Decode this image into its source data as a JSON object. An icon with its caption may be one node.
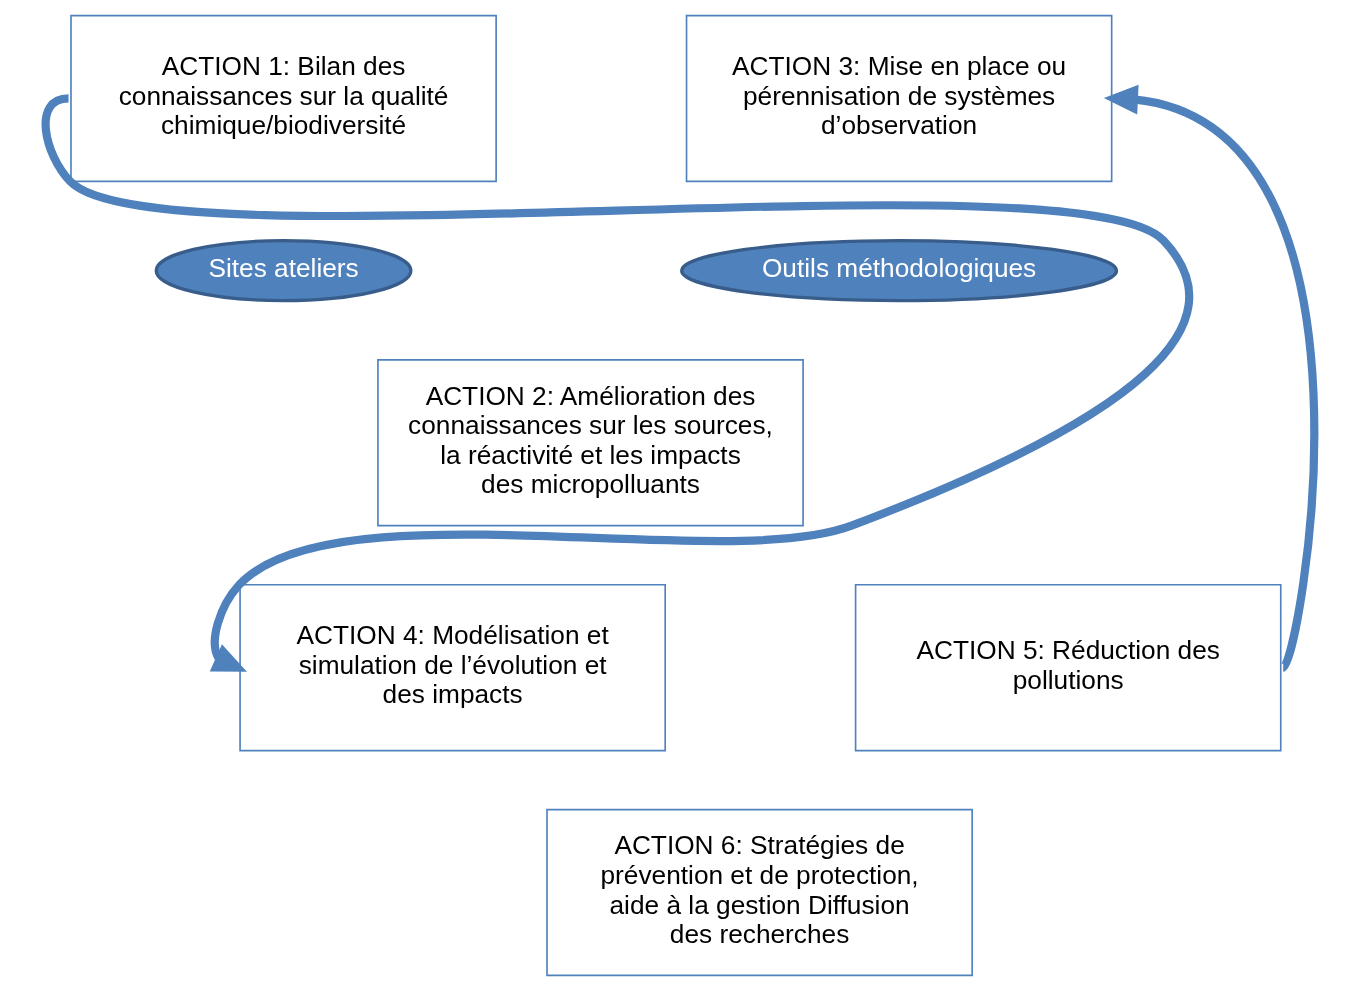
{
  "diagram": {
    "nodes": [
      {
        "text": [
          "ACTION 1: Bilan des connaissances sur la qualité chimique/biodiversité"
        ]
      },
      {
        "text": [
          "ACTION 3: Mise en place ou pérennisation de systèmes d’observation"
        ]
      },
      {
        "text": [
          "Sites ateliers"
        ]
      },
      {
        "text": [
          "Outils méthodologiques"
        ]
      },
      {
        "text": [
          "ACTION 2: Amélioration des connaissances sur les sources, la réactivité et les impacts des micropolluants"
        ]
      },
      {
        "text": [
          "ACTION 4: Modélisation et simulation de l’évolution et des impacts"
        ]
      },
      {
        "text": [
          "ACTION 5: Réduction des pollutions"
        ]
      },
      {
        "text": [
          "ACTION 6: Stratégies de prévention et de protection, aide à la gestion Diffusion des recherches"
        ]
      }
    ],
    "edges": [
      {
        "from": 0,
        "to": 5,
        "arrow": "to"
      },
      {
        "from": 6,
        "to": 1,
        "arrow": "to"
      }
    ]
  }
}
